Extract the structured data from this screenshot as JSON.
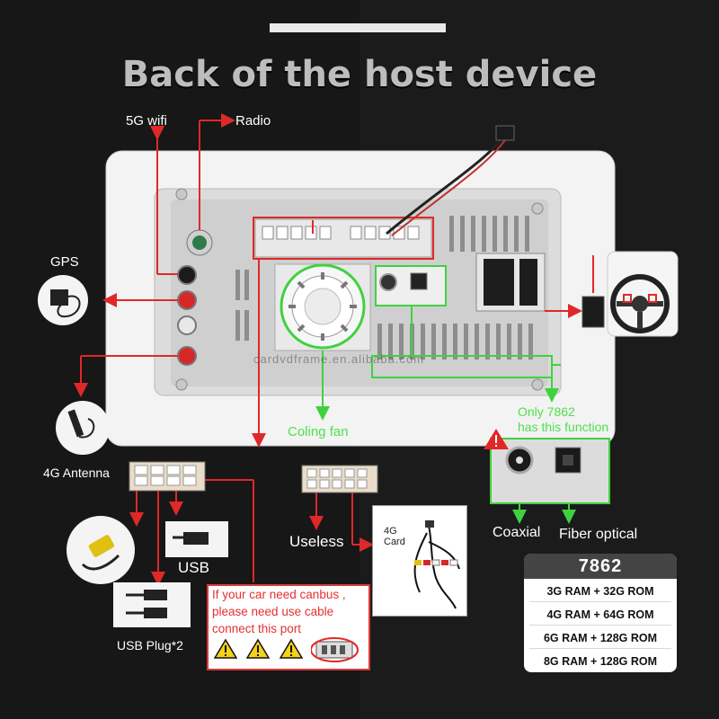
{
  "title": "Back of the host device",
  "labels": {
    "wifi_5g": "5G wifi",
    "radio": "Radio",
    "gps": "GPS",
    "antenna_4g": "4G Antenna",
    "cooling_fan": "Coling fan",
    "only_7862_line1": "Only 7862",
    "only_7862_line2": "has this function",
    "coaxial": "Coaxial",
    "fiber_optical": "Fiber optical",
    "useless": "Useless",
    "usb": "USB",
    "usb_plug": "USB Plug*2",
    "card_4g_line1": "4G",
    "card_4g_line2": "Card"
  },
  "watermark": "cardvdframe.en.alibaba.com",
  "canbus_note": {
    "line1": "If your car need canbus ,",
    "line2": "please need use cable",
    "line3": "connect this port"
  },
  "spec_table": {
    "model": "7862",
    "rows": [
      "3G RAM  +  32G ROM",
      "4G RAM  +  64G ROM",
      "6G RAM  +  128G ROM",
      "8G RAM  +  128G ROM"
    ]
  },
  "colors": {
    "background": "#141414",
    "arrow_red": "#e02828",
    "highlight_green": "#3fd23f",
    "title_gray": "#bdbdbd"
  },
  "icons": [
    "warning-icon",
    "steering-wheel-icon",
    "gps-antenna-icon",
    "usb-icon",
    "rca-cable-icon"
  ]
}
